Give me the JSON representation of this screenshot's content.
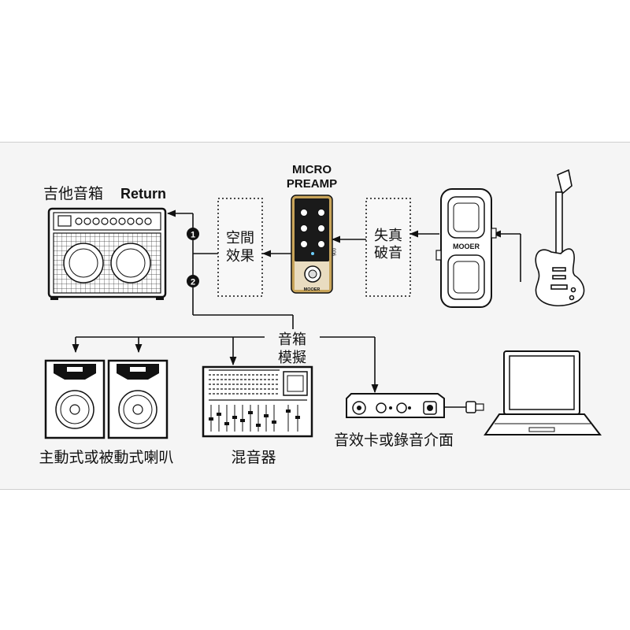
{
  "labels": {
    "amp": "吉他音箱",
    "return": "Return",
    "micro": "MICRO",
    "preamp": "PREAMP",
    "space_1": "空間",
    "space_2": "效果",
    "dist_1": "失真",
    "dist_2": "破音",
    "cabsim_1": "音箱",
    "cabsim_2": "模擬",
    "speakers": "主動式或被動式喇叭",
    "mixer": "混音器",
    "interface": "音效卡或錄音介面",
    "badge_1": "1",
    "badge_2": "2",
    "pedal_brand": "MOOER",
    "preamp_brand": "MOOER",
    "preamp_model": "006"
  },
  "colors": {
    "line": "#111111",
    "preamp_gold": "#c9a55a",
    "panel_bg": "#f5f5f5"
  },
  "icons": [
    "guitar-amp-icon",
    "micro-preamp-icon",
    "expression-pedal-icon",
    "electric-guitar-icon",
    "speaker-icon",
    "mixer-icon",
    "audio-interface-icon",
    "laptop-icon"
  ]
}
